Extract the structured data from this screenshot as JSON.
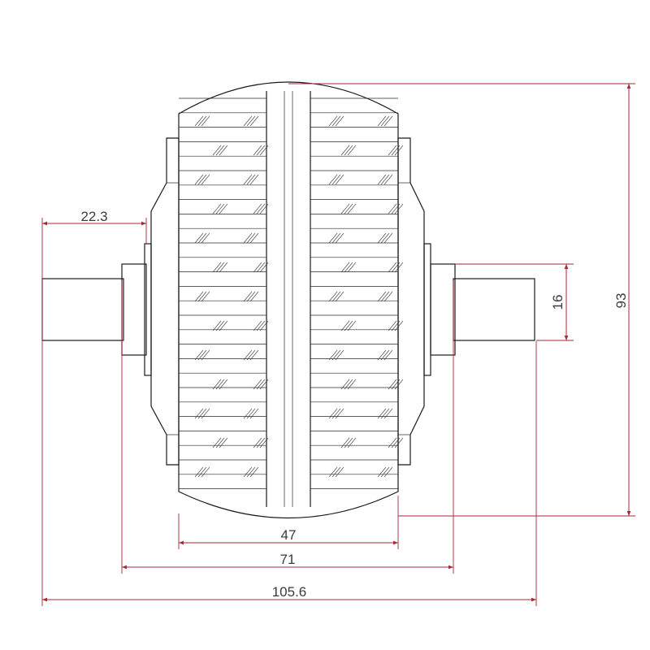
{
  "drawing": {
    "subject": "wheel-side-view",
    "colors": {
      "outline": "#1a1a1a",
      "dimension": "#a52a3a",
      "text": "#3a3a3a"
    },
    "dimensions": {
      "shaft_offset": "22.3",
      "shaft_diameter": "16",
      "overall_diameter": "93",
      "tread_width": "47",
      "hub_width": "71",
      "overall_width": "105.6"
    }
  }
}
